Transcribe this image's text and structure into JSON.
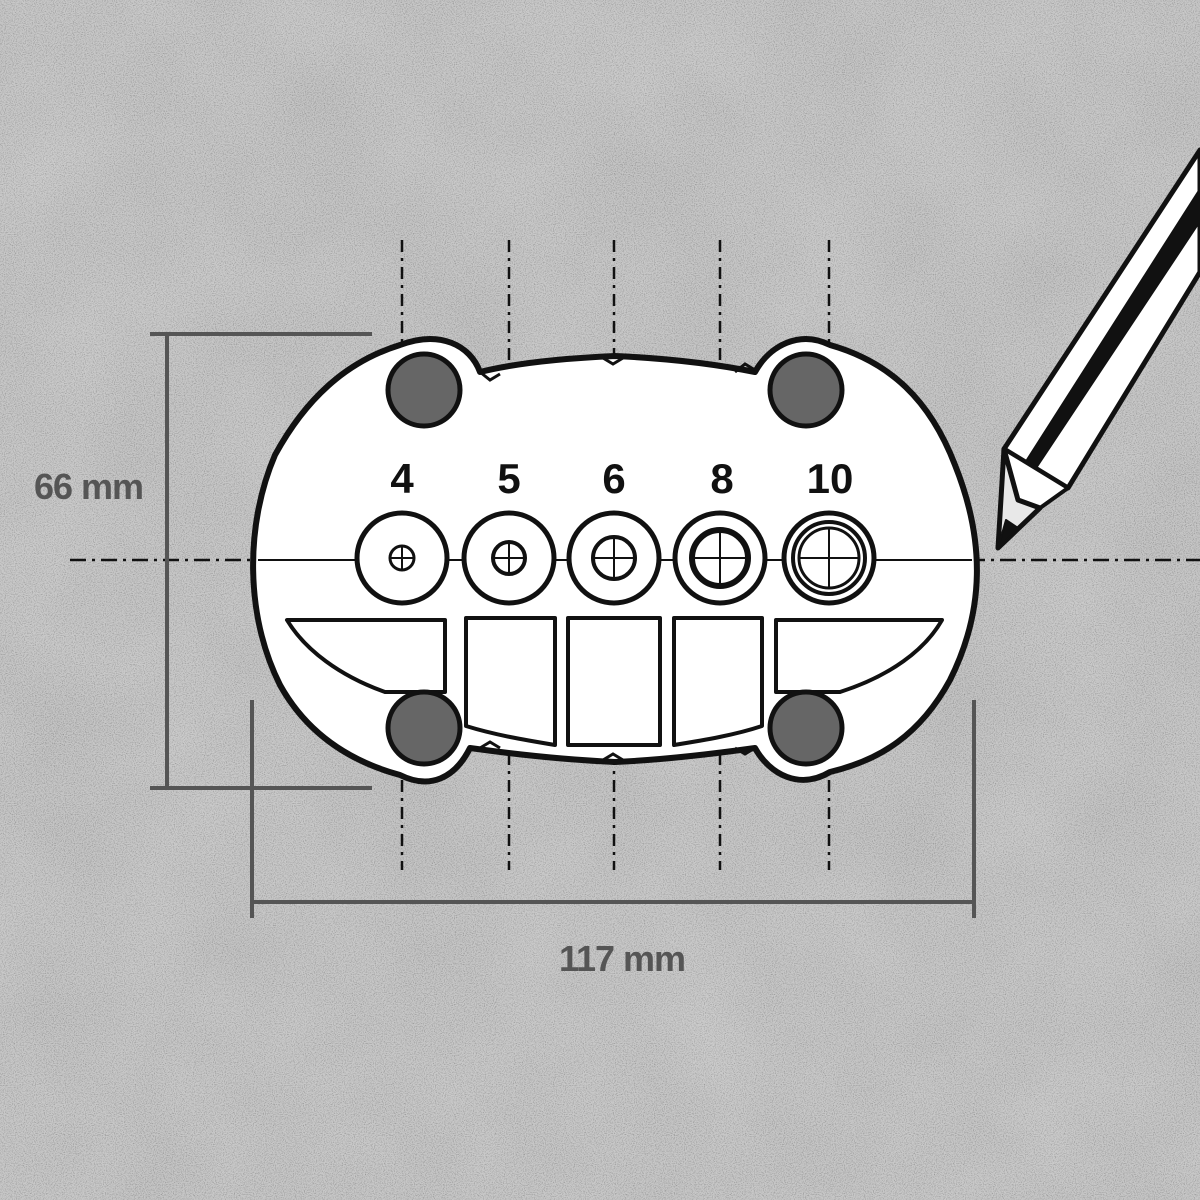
{
  "dimensions": {
    "height": "66 mm",
    "width": "117 mm"
  },
  "drill_sizes": [
    "4",
    "5",
    "6",
    "8",
    "10"
  ],
  "colors": {
    "background": "#c4c4c4",
    "outline": "#111111",
    "template_fill": "#ffffff",
    "foot_pad": "#666666",
    "dimension_line": "#555555"
  },
  "icons": {
    "pencil": "pencil-icon"
  }
}
